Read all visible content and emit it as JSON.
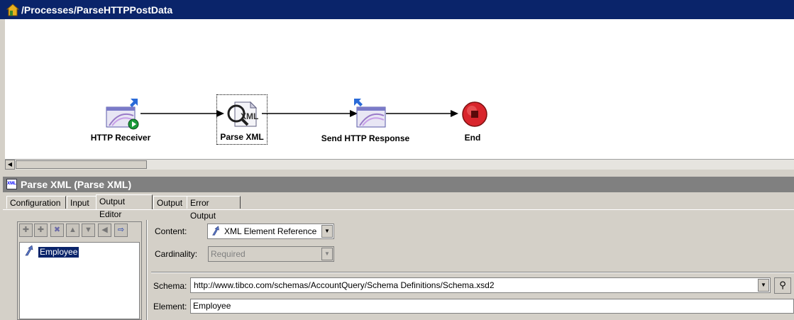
{
  "window": {
    "title": "/Processes/ParseHTTPPostData"
  },
  "process": {
    "nodes": [
      {
        "label": "HTTP Receiver"
      },
      {
        "label": "Parse XML"
      },
      {
        "label": "Send HTTP Response"
      },
      {
        "label": "End"
      }
    ]
  },
  "panel": {
    "title": "Parse XML (Parse XML)"
  },
  "tabs": [
    {
      "label": "Configuration"
    },
    {
      "label": "Input"
    },
    {
      "label": "Output Editor"
    },
    {
      "label": "Output"
    },
    {
      "label": "Error Output"
    }
  ],
  "tree": {
    "items": [
      {
        "label": "Employee"
      }
    ]
  },
  "form": {
    "content_label": "Content:",
    "content_value": "XML Element Reference",
    "cardinality_label": "Cardinality:",
    "cardinality_value": "Required",
    "schema_label": "Schema:",
    "schema_value": "http://www.tibco.com/schemas/AccountQuery/Schema Definitions/Schema.xsd2",
    "element_label": "Element:",
    "element_value": "Employee"
  },
  "colors": {
    "titlebar": "#0a246a",
    "panel_title": "#808080",
    "end_node": "#d9252c"
  }
}
